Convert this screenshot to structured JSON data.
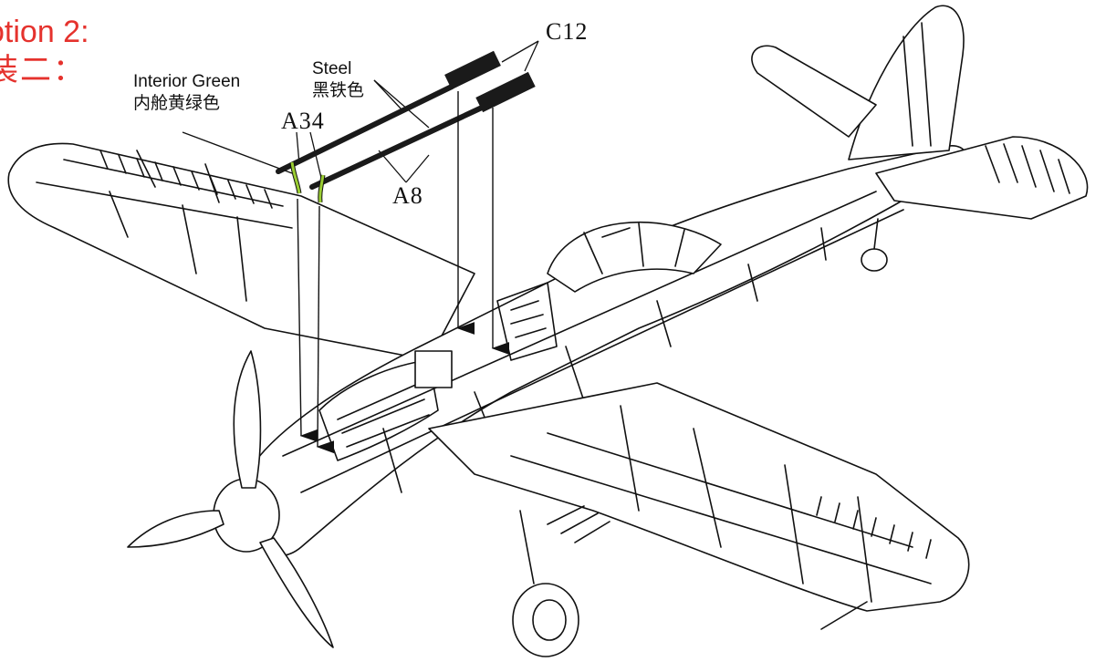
{
  "option": {
    "title": "otion 2:",
    "subtitle": "装二："
  },
  "callouts": {
    "interior_green": {
      "en": "Interior Green",
      "zh": "内舱黄绿色",
      "color": "#9acd32"
    },
    "steel": {
      "en": "Steel",
      "zh": "黑铁色",
      "color": "#222222"
    }
  },
  "parts": {
    "c12": "C12",
    "a34": "A34",
    "a8": "A8"
  },
  "colors": {
    "line_art": "#111111",
    "accent_red": "#e5322d",
    "background": "#ffffff"
  }
}
